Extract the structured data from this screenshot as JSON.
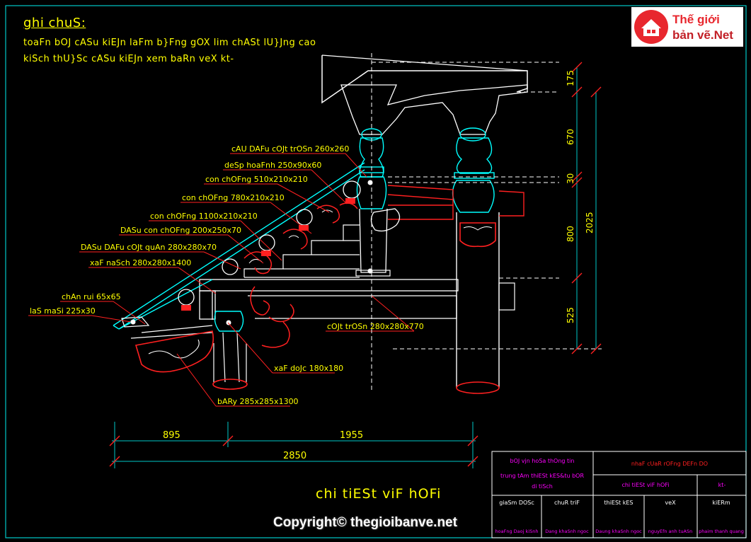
{
  "notes": {
    "heading": "ghi chuS:",
    "line1": "toaFn bOJ cASu kiEJn laFm b}Fng gOX lim chASt lU}Jng cao",
    "line2": "kiSch thU}Sc cASu kiEJn xem baRn veX kt-"
  },
  "logo": {
    "line1": "Thế giới",
    "line2": "bản vẽ.Net"
  },
  "labels": [
    "cAU DAFu cOJt trOSn 260x260",
    "deSp hoaFnh 250x90x60",
    "con chOFng 510x210x210",
    "con chOFng 780x210x210",
    "con chOFng 1100x210x210",
    "DASu con chOFng 200x250x70",
    "DASu DAFu cOJt quAn 280x280x70",
    "xaF naSch 280x280x1400",
    "chAn rui 65x65",
    "laS maSi 225x30",
    "cOJt trOSn 280x280x770",
    "xaF doJc 180x180",
    "bARy 285x285x1300"
  ],
  "dims_vertical": [
    "175",
    "670",
    "30",
    "800",
    "525",
    "2025"
  ],
  "dims_horizontal": [
    "895",
    "1955",
    "2850"
  ],
  "drawing_title": "chi tiESt viF hOFi",
  "title_block": {
    "org": "bOJ vjn hoSa thOng tin",
    "center_l1": "trung tAm thiESt kES&tu bOR",
    "center_l2": "di tiSch",
    "project": "nhaF cUaR rOFng DEFn DO",
    "sheet": "chi tiESt viF hOFi",
    "code": "kt-",
    "roles": [
      "giaSm DOSc",
      "chuR triF",
      "thiESt kES",
      "veX",
      "kiERm"
    ],
    "names": [
      "hoaFng Daoj kiSnh",
      "Dang khaSnh ngoc",
      "Daung khaSnh ngoc",
      "nguyEfn anh tuASn",
      "phaim thanh quang"
    ]
  },
  "copyright": "Copyright© thegioibanve.net",
  "colors": {
    "cyan": "#00ffff",
    "red": "#ff2020",
    "white": "#ffffff",
    "yellow": "#ffff00",
    "magenta": "#ff00ff",
    "frame": "#00c8c8"
  }
}
